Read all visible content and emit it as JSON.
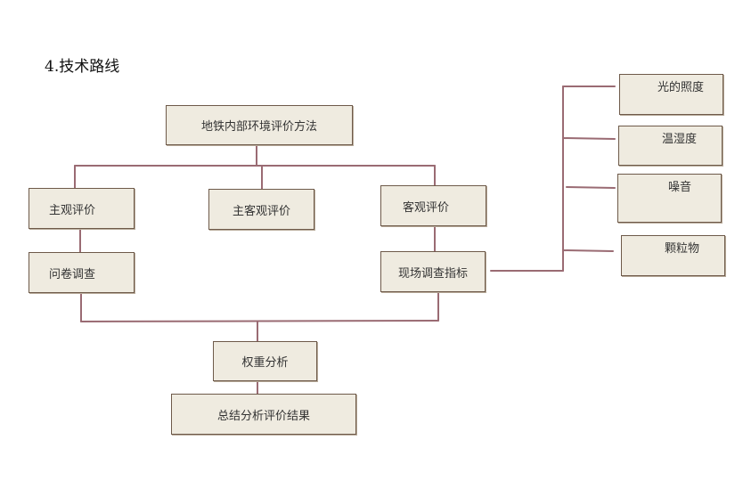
{
  "title": "4.技术路线",
  "root": {
    "label": "地铁内部环境评价方法"
  },
  "methods": {
    "subjective": "主观评价",
    "combined": "主客观评价",
    "objective": "客观评价"
  },
  "questionnaire": "问卷调查",
  "field_indicators": "现场调查指标",
  "indicators": [
    "光的照度",
    "温湿度",
    "噪音",
    "颗粒物"
  ],
  "weight_analysis": "权重分析",
  "summary": "总结分析评价结果",
  "colors": {
    "box_fill": "#efebe0",
    "box_border": "#6e5a4a",
    "connector": "#9a6b73"
  }
}
